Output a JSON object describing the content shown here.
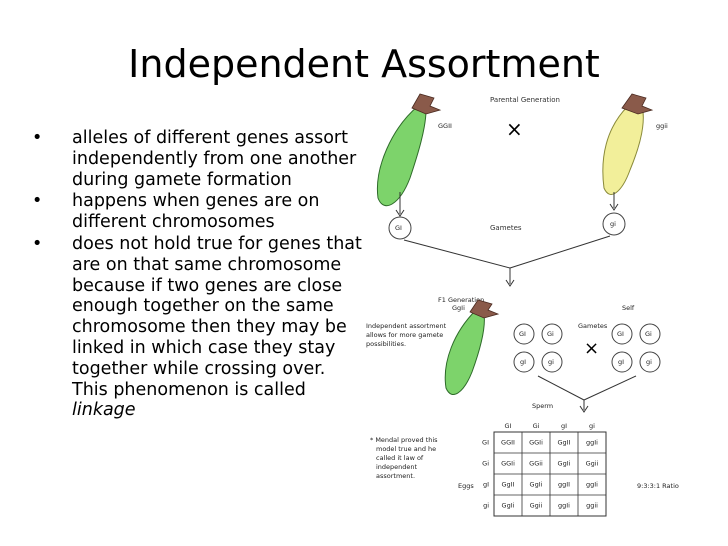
{
  "slide": {
    "title": "Independent Assortment",
    "bullets": [
      {
        "marker": "•",
        "text": "alleles of different genes assort independently from one another during gamete formation"
      },
      {
        "marker": "•",
        "text": "happens when genes are on different chromosomes"
      },
      {
        "marker": "•",
        "text_before": " does not hold true for genes that are on that same chromosome because if two genes are close enough together on the same chromosome then they may be linked in which case they stay together while crossing over. This phenomenon is called ",
        "emph": "linkage"
      }
    ]
  },
  "diagram": {
    "parental_generation": "Parental Generation",
    "parent_left_genotype": "GGII",
    "parent_right_genotype": "ggii",
    "cross_symbol": "×",
    "gametes_label": "Gametes",
    "gamete_left": "GI",
    "gamete_right": "gi",
    "f1_generation": "F1 Generation",
    "f1_genotype": "GgIi",
    "self_label": "Self",
    "f1_gametes_label": "Gametes",
    "f1_gametes": [
      "GI",
      "Gi",
      "gI",
      "gi"
    ],
    "independent_note": [
      "Independent assortment",
      "allows for more gamete",
      "possibilities."
    ],
    "mendel_note": [
      "* Mendal proved this",
      "model true and he",
      "called it law of",
      "independent",
      "assortment."
    ],
    "sperm_label": "Sperm",
    "eggs_label": "Eggs",
    "ratio_label": "9:3:3:1 Ratio",
    "punnett_cols": [
      "GI",
      "Gi",
      "gI",
      "gi"
    ],
    "punnett_rows": [
      "GI",
      "Gi",
      "gI",
      "gi"
    ],
    "punnett_cells": [
      [
        "GGII",
        "GGIi",
        "GgII",
        "ggIi"
      ],
      [
        "GGIi",
        "GGii",
        "GgIi",
        "Ggii"
      ],
      [
        "GgII",
        "GgIi",
        "ggII",
        "ggIi"
      ],
      [
        "GgIi",
        "Ggii",
        "ggIi",
        "ggii"
      ]
    ],
    "colors": {
      "pod_green": "#7dd36b",
      "pod_yellow": "#f2ef9a",
      "stem": "#8a5a4a"
    }
  }
}
